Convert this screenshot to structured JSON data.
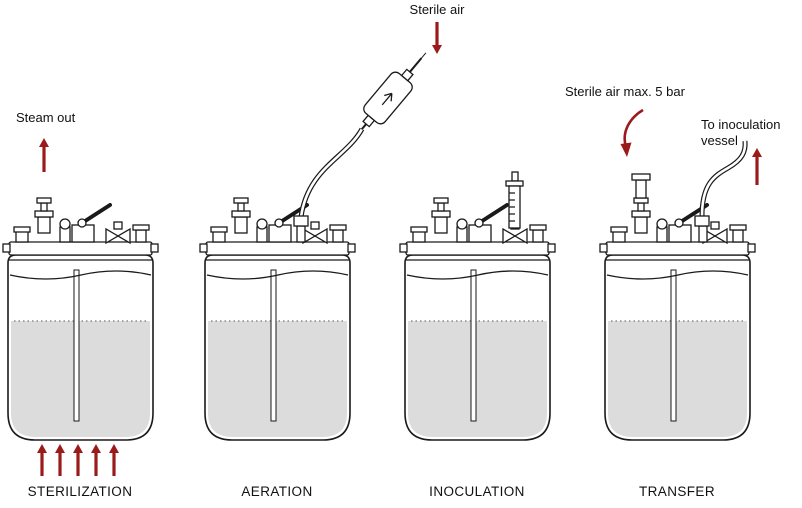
{
  "figure": {
    "stages": [
      {
        "label": "STERILIZATION"
      },
      {
        "label": "AERATION"
      },
      {
        "label": "INOCULATION"
      },
      {
        "label": "TRANSFER"
      }
    ],
    "annotations": {
      "steam_out": "Steam out",
      "sterile_air": "Sterile air",
      "sterile_air_max": "Sterile air max. 5 bar",
      "to_inoculation_vessel": "To inoculation vessel"
    },
    "colors": {
      "arrow": "#9b1b1b",
      "outline": "#1a1a1a",
      "liquid": "#dcdcdc",
      "background": "#ffffff"
    }
  }
}
